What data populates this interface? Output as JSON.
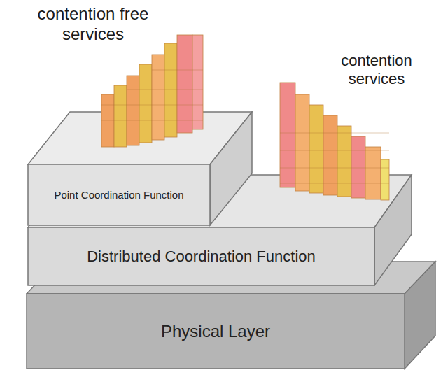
{
  "diagram": {
    "nodes": [
      {
        "text": [
          "Point Coordination Function"
        ]
      },
      {
        "text": [
          "Distributed Coordination Function"
        ]
      },
      {
        "text": [
          "Physical Layer"
        ]
      }
    ],
    "labels": [
      "contention free services",
      "contention services"
    ]
  }
}
